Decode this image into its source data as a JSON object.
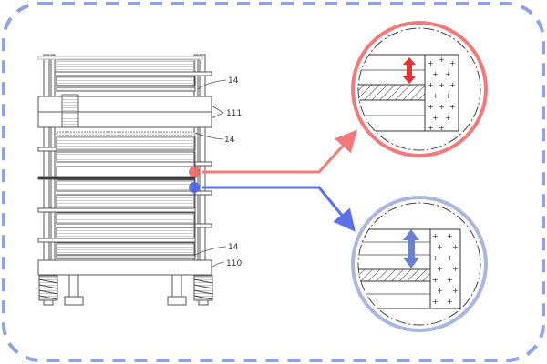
{
  "colors": {
    "frame_border": "#8fa3e3",
    "red_callout": "#f27a7a",
    "red_marker": "#f06060",
    "red_arrow": "#e83030",
    "blue_callout": "#a8b6e0",
    "blue_marker": "#4a63e6",
    "blue_arrow": "#6a80d0",
    "line": "#444444"
  },
  "labels": {
    "top_plate": "14",
    "clamp_plates": "111",
    "middle_plate": "14",
    "bottom_plate": "14",
    "base": "110"
  },
  "callouts": [
    {
      "name": "top-detail",
      "color_key": "red_callout",
      "marker": "red-dot"
    },
    {
      "name": "bottom-detail",
      "color_key": "blue_callout",
      "marker": "blue-dot"
    }
  ]
}
